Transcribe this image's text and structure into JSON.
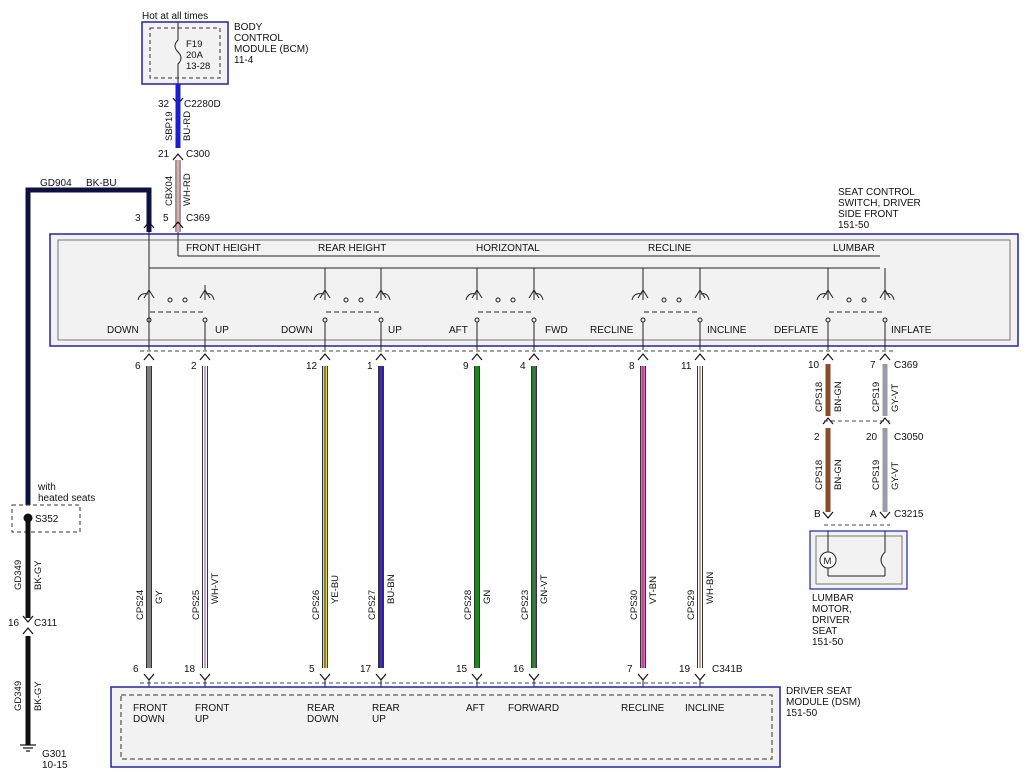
{
  "bcm": {
    "hot_label": "Hot at all times",
    "name_lines": [
      "BODY",
      "CONTROL",
      "MODULE (BCM)",
      "11-4"
    ],
    "fuse_lines": [
      "F19",
      "20A",
      "13-28"
    ]
  },
  "feed": {
    "pin_top": "32",
    "connector_top": "C2280D",
    "circuit_top": "SBP19",
    "color_top": "BU-RD",
    "pin_mid": "21",
    "connector_mid": "C300",
    "circuit_low": "CBX04",
    "color_low": "WH-RD",
    "pin_low": "5",
    "pin_ground": "3",
    "connector_low": "C369"
  },
  "ground": {
    "circuit": "GD904",
    "color": "BK-BU",
    "heated_lines": [
      "with",
      "heated seats"
    ],
    "splice": "S352",
    "circuit2": "GD349",
    "color2": "BK-GY",
    "pin_c311": "16",
    "connector_c311": "C311",
    "circuit3": "GD349",
    "color3": "BK-GY",
    "ground_point": "G301",
    "ground_ref": "10-15"
  },
  "switch": {
    "name_lines": [
      "SEAT CONTROL",
      "SWITCH, DRIVER",
      "SIDE FRONT",
      "151-50"
    ],
    "functions": [
      "FRONT HEIGHT",
      "REAR HEIGHT",
      "HORIZONTAL",
      "RECLINE",
      "LUMBAR"
    ],
    "labels": [
      "DOWN",
      "UP",
      "DOWN",
      "UP",
      "AFT",
      "FWD",
      "RECLINE",
      "INCLINE",
      "DEFLATE",
      "INFLATE"
    ]
  },
  "wires": [
    {
      "pin_top": "6",
      "circuit": "CPS24",
      "color": "GY",
      "pin_bottom": "6"
    },
    {
      "pin_top": "2",
      "circuit": "CPS25",
      "color": "WH-VT",
      "pin_bottom": "18"
    },
    {
      "pin_top": "12",
      "circuit": "CPS26",
      "color": "YE-BU",
      "pin_bottom": "5"
    },
    {
      "pin_top": "1",
      "circuit": "CPS27",
      "color": "BU-BN",
      "pin_bottom": "17"
    },
    {
      "pin_top": "9",
      "circuit": "CPS28",
      "color": "GN",
      "pin_bottom": "15"
    },
    {
      "pin_top": "4",
      "circuit": "CPS23",
      "color": "GN-VT",
      "pin_bottom": "16"
    },
    {
      "pin_top": "8",
      "circuit": "CPS30",
      "color": "VT-BN",
      "pin_bottom": "7"
    },
    {
      "pin_top": "11",
      "circuit": "CPS29",
      "color": "WH-BN",
      "pin_bottom": "19"
    }
  ],
  "connector_dsm": "C341B",
  "lumbar": {
    "pin_a_c369": "10",
    "pin_b_c369": "7",
    "connector_c369": "C369",
    "circuit_a": "CPS18",
    "color_a": "BN-GN",
    "circuit_b": "CPS19",
    "color_b": "GY-VT",
    "pin_a_c3050": "2",
    "pin_b_c3050": "20",
    "connector_c3050": "C3050",
    "pin_a_c3215": "B",
    "pin_b_c3215": "A",
    "connector_c3215": "C3215",
    "motor_symbol": "M",
    "name_lines": [
      "LUMBAR",
      "MOTOR,",
      "DRIVER",
      "SEAT",
      "151-50"
    ]
  },
  "dsm": {
    "name_lines": [
      "DRIVER SEAT",
      "MODULE (DSM)",
      "151-50"
    ],
    "inputs": [
      [
        "FRONT",
        "DOWN"
      ],
      [
        "FRONT",
        "UP"
      ],
      [
        "REAR",
        "DOWN"
      ],
      [
        "REAR",
        "UP"
      ],
      [
        "AFT"
      ],
      [
        "FORWARD"
      ],
      [
        "RECLINE"
      ],
      [
        "INCLINE"
      ]
    ]
  },
  "wire_colors": {
    "blue_red": "#1c1cd0",
    "white_red": "#ffffff",
    "black_blue": "#101040",
    "black_gray": "#111111",
    "gray": "#808080",
    "white": "#ffffff",
    "yellow": "#f0e000",
    "blue": "#1c1cd0",
    "green": "#168c16",
    "pink": "#e060d0",
    "brown": "#8b4a2b",
    "gray_violet": "#9a9aaa",
    "module_border": "#3030c0"
  }
}
